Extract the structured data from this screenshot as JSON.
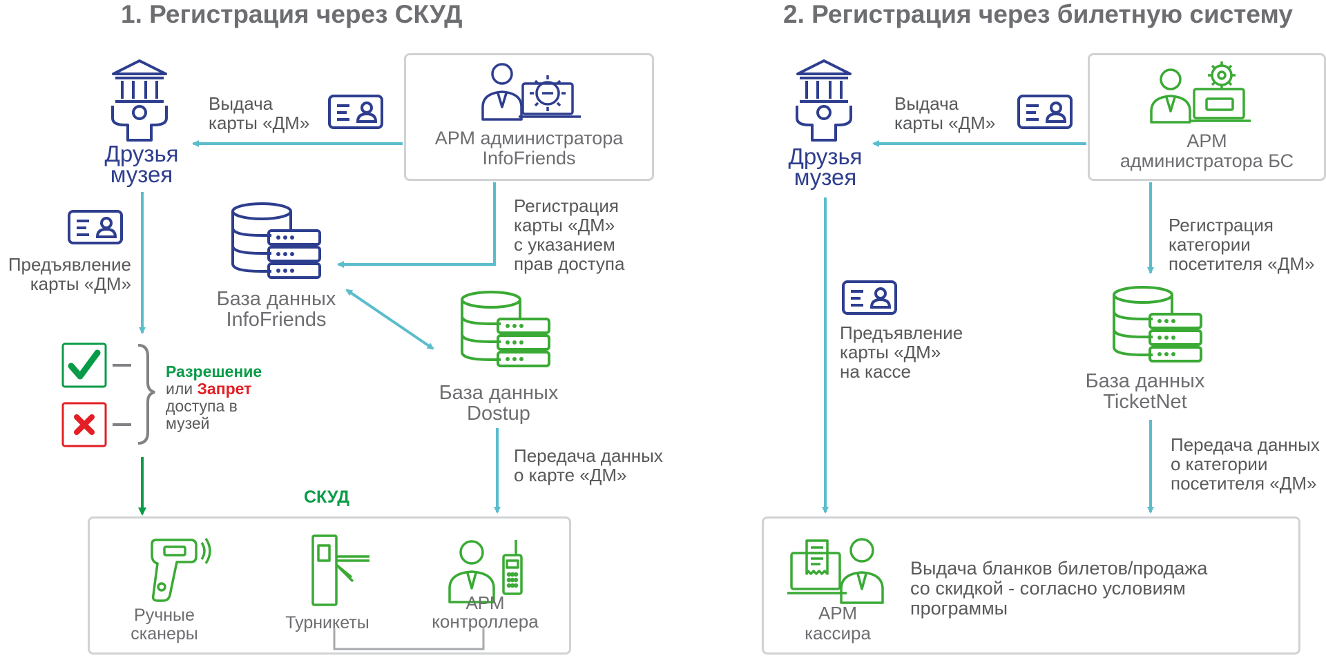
{
  "left": {
    "title": "1. Регистрация через СКУД",
    "museum_friends": [
      "Друзья",
      "музея"
    ],
    "card_issue": [
      "Выдача",
      "карты «ДМ»"
    ],
    "admin_box": [
      "АРМ администратора",
      "InfoFriends"
    ],
    "registration": [
      "Регистрация",
      "карты «ДМ»",
      "с указанием",
      "прав доступа"
    ],
    "card_present": [
      "Предъявление",
      "карты «ДМ»"
    ],
    "db_infofriends": [
      "База данных",
      "InfoFriends"
    ],
    "db_dostup": [
      "База данных",
      "Dostup"
    ],
    "decision": {
      "allow": "Разрешение",
      "or": "или",
      "deny": "Запрет",
      "line2": "доступа в",
      "line3": "музей"
    },
    "transfer": [
      "Передача данных",
      "о карте «ДМ»"
    ],
    "skud_label": "СКУД",
    "devices": {
      "scanners": [
        "Ручные",
        "сканеры"
      ],
      "turnstiles": "Турникеты",
      "controller": [
        "АРМ",
        "контроллера"
      ]
    }
  },
  "right": {
    "title": "2. Регистрация через билетную систему",
    "museum_friends": [
      "Друзья",
      "музея"
    ],
    "card_issue": [
      "Выдача",
      "карты «ДМ»"
    ],
    "admin_box": [
      "АРМ",
      "администратора БС"
    ],
    "registration": [
      "Регистрация",
      "категории",
      "посетителя «ДМ»"
    ],
    "card_present": [
      "Предъявление",
      "карты «ДМ»",
      "на кассе"
    ],
    "db_ticketnet": [
      "База данных",
      "TicketNet"
    ],
    "transfer": [
      "Передача данных",
      "о категории",
      "посетителя «ДМ»"
    ],
    "cashier": [
      "АРМ",
      "кассира"
    ],
    "cashier_text": [
      "Выдача бланков билетов/продажа",
      "со скидкой - согласно условиям",
      "программы"
    ]
  },
  "colors": {
    "arrow": "#5bbdcc",
    "blue": "#2e3e8f",
    "green": "#3aaa35",
    "dark_green": "#0a9b48",
    "red": "#e31e24",
    "gray": "#6d6e71",
    "panel_border": "#d0d2d3"
  },
  "icons": [
    "museum-person-icon",
    "id-card-icon",
    "admin-laptop-gear-icon",
    "database-server-icon",
    "check-icon",
    "cross-icon",
    "brace-icon",
    "thermometer-scanner-icon",
    "turnstile-icon",
    "controller-person-radio-icon",
    "cashier-person-receipt-icon"
  ]
}
